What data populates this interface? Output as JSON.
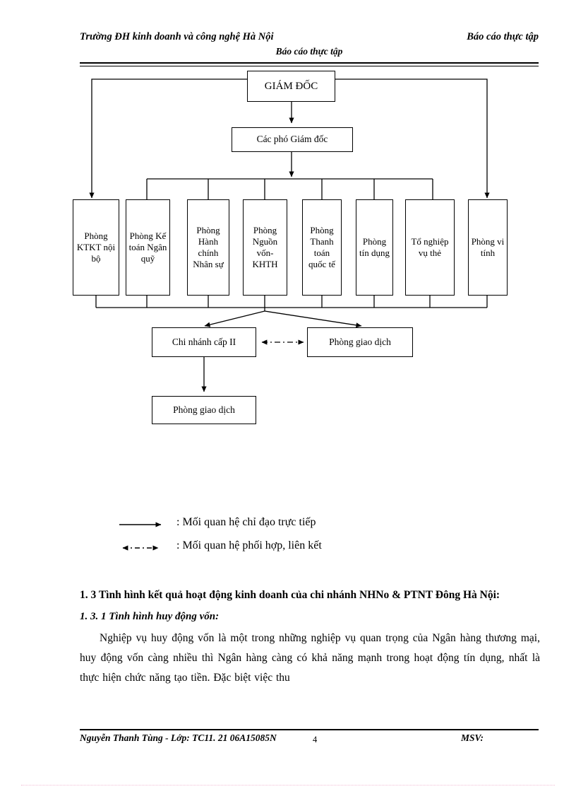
{
  "header": {
    "left": "Trường ĐH kinh doanh và công nghệ Hà Nội",
    "right": "Báo cáo thực tập",
    "center": "Báo cáo thực tập"
  },
  "footer": {
    "left": "Nguyễn Thanh Tùng - Lớp: TC11. 21 06A15085N",
    "page_number": "4",
    "right": "MSV:"
  },
  "diagram": {
    "title": "so-do-to-chuc",
    "director": "GIÁM ĐỐC",
    "deputy": "Các phó Giám  đốc",
    "departments": [
      {
        "id": "ktkt",
        "label": "Phòng KTKT nội bộ"
      },
      {
        "id": "ke-toan",
        "label": "Phòng Kế toán Ngân quỹ"
      },
      {
        "id": "hanh-chinh",
        "label": "Phòng Hành chính Nhân sự"
      },
      {
        "id": "nguon-von",
        "label": "Phòng Nguồn vốn-KHTH"
      },
      {
        "id": "thanh-toan-qt",
        "label": "Phòng Thanh toán quốc tế"
      },
      {
        "id": "tin-dung",
        "label": "Phòng tín dụng"
      },
      {
        "id": "nghiep-vu-the",
        "label": "Tổ nghiệp vụ thẻ"
      },
      {
        "id": "vi-tinh",
        "label": "Phòng vi tính"
      }
    ],
    "branch_level2": "Chi nhánh cấp II",
    "transaction_office_right": "Phòng giao dịch",
    "transaction_office_bottom": "Phòng giao dịch"
  },
  "legend": {
    "items": [
      {
        "symbol": "solid-arrow",
        "text": ": Mối quan hệ chỉ đạo trực tiếp"
      },
      {
        "symbol": "dashed-double-arrow",
        "text": ": Mối quan hệ phối hợp, liên  kết"
      }
    ]
  },
  "content": {
    "heading_1": "1. 3  Tình hình  kết quả hoạt động kinh doanh của chi nhánh NHNo & PTNT Đông Hà Nội:",
    "heading_2": "1. 3. 1 Tình hình huy động vốn:",
    "paragraph_1": "Nghiệp  vụ  huy  động vốn  là  một  trong  những  nghiệp  vụ  quan  trọng  của  Ngân hàng  thương  mại,  huy  động vốn  càng  nhiều  thì  Ngân  hàng  càng  có  khả  năng  mạnh trong  hoạt động tín dụng, nhất  là  thực hiện  chức năng tạo tiền.  Đặc biệt việc thu"
  },
  "colors": {
    "ink": "#000000",
    "paper": "#ffffff",
    "page_edge": "#f0a8c8"
  }
}
